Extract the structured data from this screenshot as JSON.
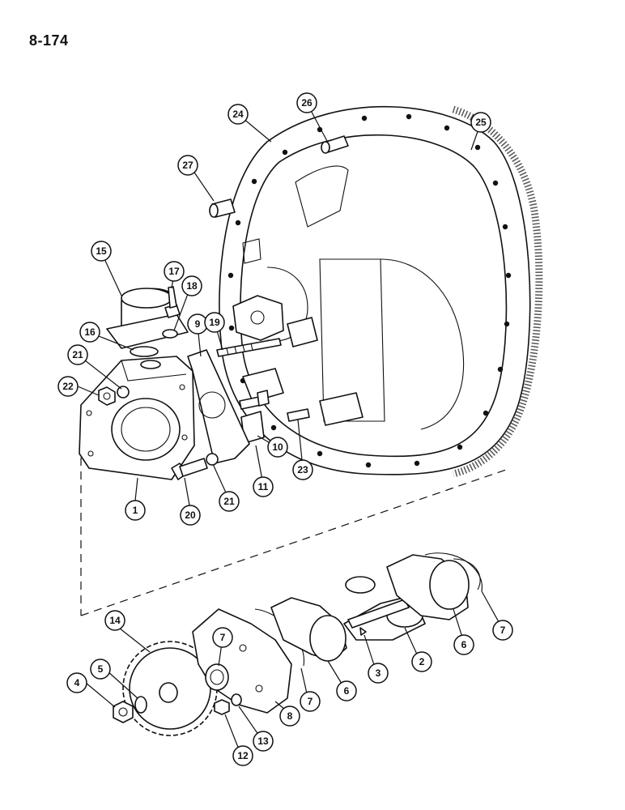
{
  "page": {
    "number": "8-174"
  },
  "diagram": {
    "description_type": "exploded parts diagram",
    "callouts": [
      {
        "id": "c1",
        "label": "1"
      },
      {
        "id": "c2",
        "label": "2"
      },
      {
        "id": "c3",
        "label": "3"
      },
      {
        "id": "c4",
        "label": "4"
      },
      {
        "id": "c5",
        "label": "5"
      },
      {
        "id": "c6a",
        "label": "6"
      },
      {
        "id": "c6b",
        "label": "6"
      },
      {
        "id": "c7a",
        "label": "7"
      },
      {
        "id": "c7b",
        "label": "7"
      },
      {
        "id": "c7c",
        "label": "7"
      },
      {
        "id": "c8",
        "label": "8"
      },
      {
        "id": "c9",
        "label": "9"
      },
      {
        "id": "c10",
        "label": "10"
      },
      {
        "id": "c11",
        "label": "11"
      },
      {
        "id": "c12",
        "label": "12"
      },
      {
        "id": "c13",
        "label": "13"
      },
      {
        "id": "c14",
        "label": "14"
      },
      {
        "id": "c15",
        "label": "15"
      },
      {
        "id": "c16",
        "label": "16"
      },
      {
        "id": "c17",
        "label": "17"
      },
      {
        "id": "c18",
        "label": "18"
      },
      {
        "id": "c19",
        "label": "19"
      },
      {
        "id": "c20",
        "label": "20"
      },
      {
        "id": "c21a",
        "label": "21"
      },
      {
        "id": "c21b",
        "label": "21"
      },
      {
        "id": "c22",
        "label": "22"
      },
      {
        "id": "c23",
        "label": "23"
      },
      {
        "id": "c24",
        "label": "24"
      },
      {
        "id": "c25",
        "label": "25"
      },
      {
        "id": "c26",
        "label": "26"
      },
      {
        "id": "c27",
        "label": "27"
      }
    ]
  }
}
